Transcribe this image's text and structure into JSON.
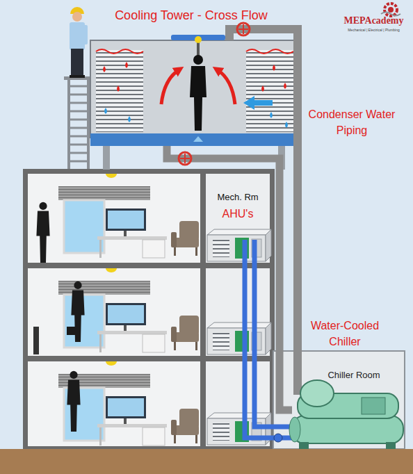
{
  "diagram": {
    "nodes": [
      {
        "text": [
          "Cooling Tower - Cross Flow"
        ]
      },
      {
        "text": [
          "Mech. Rm",
          "AHU's"
        ]
      },
      {
        "text": [
          "Chiller Room"
        ]
      }
    ],
    "edges": [
      {
        "from": 0,
        "to": 2,
        "arrow": "none"
      },
      {
        "from": 1,
        "to": 2,
        "arrow": "none"
      }
    ],
    "labels": [
      "MEPAcademy",
      "Mechanical | Electrical | Plumbing",
      "Condenser Water Piping",
      "Water-Cooled Chiller"
    ]
  }
}
